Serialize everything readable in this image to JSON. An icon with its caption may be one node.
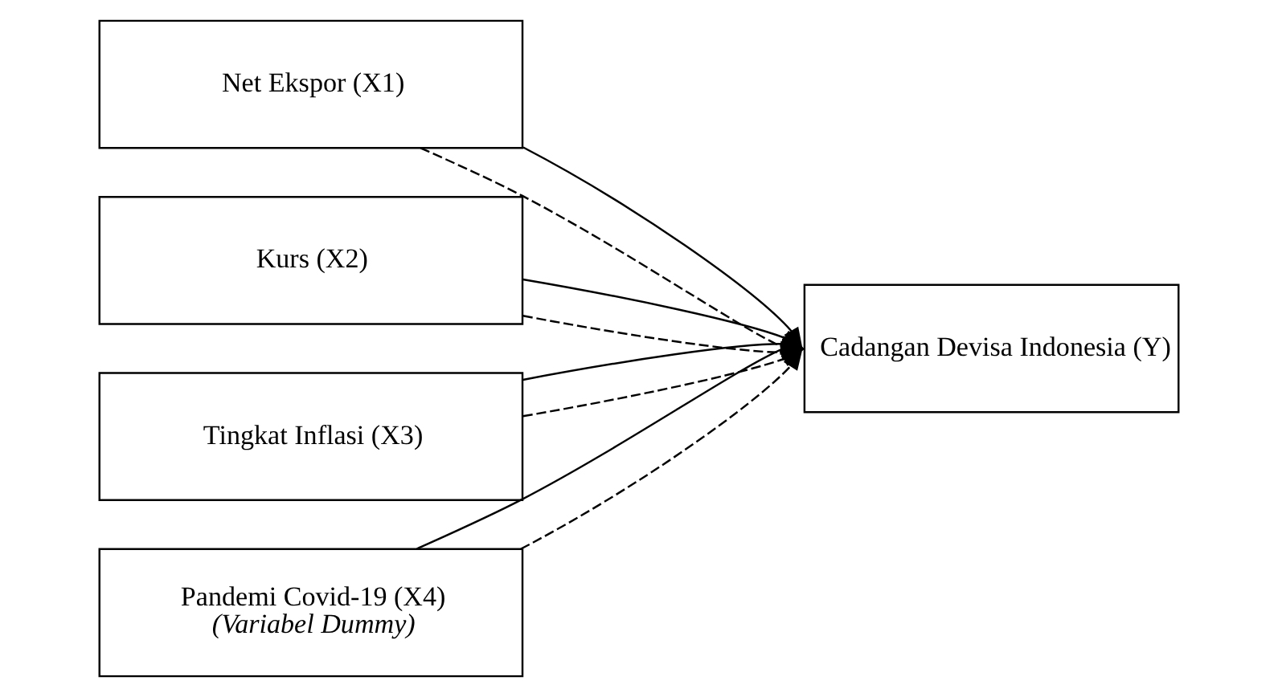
{
  "diagram": {
    "nodes": [
      {
        "text": [
          "Net Ekspor (X1)"
        ]
      },
      {
        "text": [
          "Kurs (X2)"
        ]
      },
      {
        "text": [
          "Tingkat Inflasi (X3)"
        ]
      },
      {
        "text": [
          "Pandemi Covid-19 (X4)",
          "(Variabel Dummy)"
        ]
      },
      {
        "text": [
          "Cadangan Devisa Indonesia (Y)"
        ]
      }
    ],
    "edges": [
      {
        "from": 0,
        "to": 4,
        "arrow": "to",
        "style": "dashed"
      },
      {
        "from": 1,
        "to": 4,
        "arrow": "to",
        "style": "dashed"
      },
      {
        "from": 2,
        "to": 4,
        "arrow": "to",
        "style": "dashed"
      },
      {
        "from": 3,
        "to": 4,
        "arrow": "to",
        "style": "dashed"
      },
      {
        "from": 0,
        "to": 4,
        "arrow": "to"
      },
      {
        "from": 1,
        "to": 4,
        "arrow": "to"
      },
      {
        "from": 2,
        "to": 4,
        "arrow": "to"
      },
      {
        "from": 3,
        "to": 4,
        "arrow": "to"
      }
    ]
  }
}
